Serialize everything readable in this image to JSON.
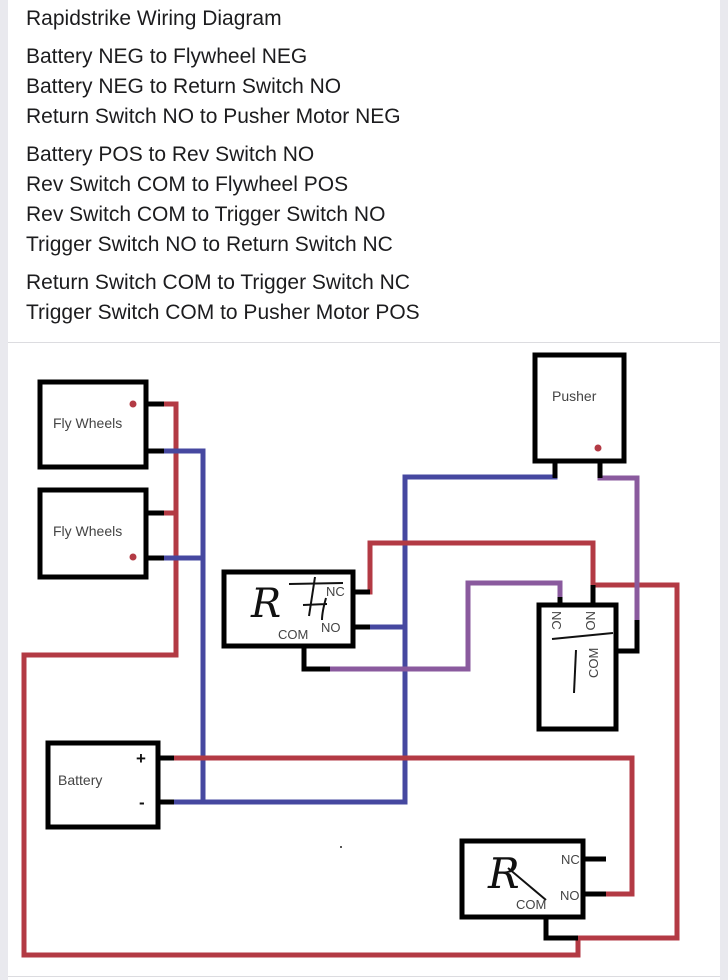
{
  "post": {
    "title": "Rapidstrike Wiring Diagram",
    "groups": [
      [
        "Battery NEG to Flywheel NEG",
        "Battery NEG to Return Switch NO",
        "Return Switch NO to Pusher Motor NEG"
      ],
      [
        "Battery POS to Rev Switch NO",
        "Rev Switch COM to Flywheel POS",
        "Rev Switch COM to Trigger Switch NO",
        "Trigger Switch NO to Return Switch NC"
      ],
      [
        "Return Switch COM to Trigger Switch NC",
        "Trigger Switch COM to Pusher Motor POS"
      ]
    ]
  },
  "diagram": {
    "colors": {
      "positive_wire": "#b33a44",
      "negative_wire": "#4648a0",
      "signal_wire": "#8a5a9e",
      "component_border": "#000000",
      "terminal_dot": "#b33a44"
    },
    "components": {
      "flywheel_top": {
        "label": "Fly Wheels"
      },
      "flywheel_bottom": {
        "label": "Fly Wheels"
      },
      "pusher": {
        "label": "Pusher"
      },
      "battery": {
        "label": "Battery",
        "plus": "+",
        "minus": "-"
      },
      "rev_switch": {
        "handwritten": "R",
        "nc": "NC",
        "no": "NO",
        "com": "COM"
      },
      "trigger_switch": {
        "nc": "NC",
        "no": "NO",
        "com": "COM"
      },
      "return_switch": {
        "handwritten": "R",
        "nc": "NC",
        "no": "NO",
        "com": "COM"
      }
    }
  }
}
